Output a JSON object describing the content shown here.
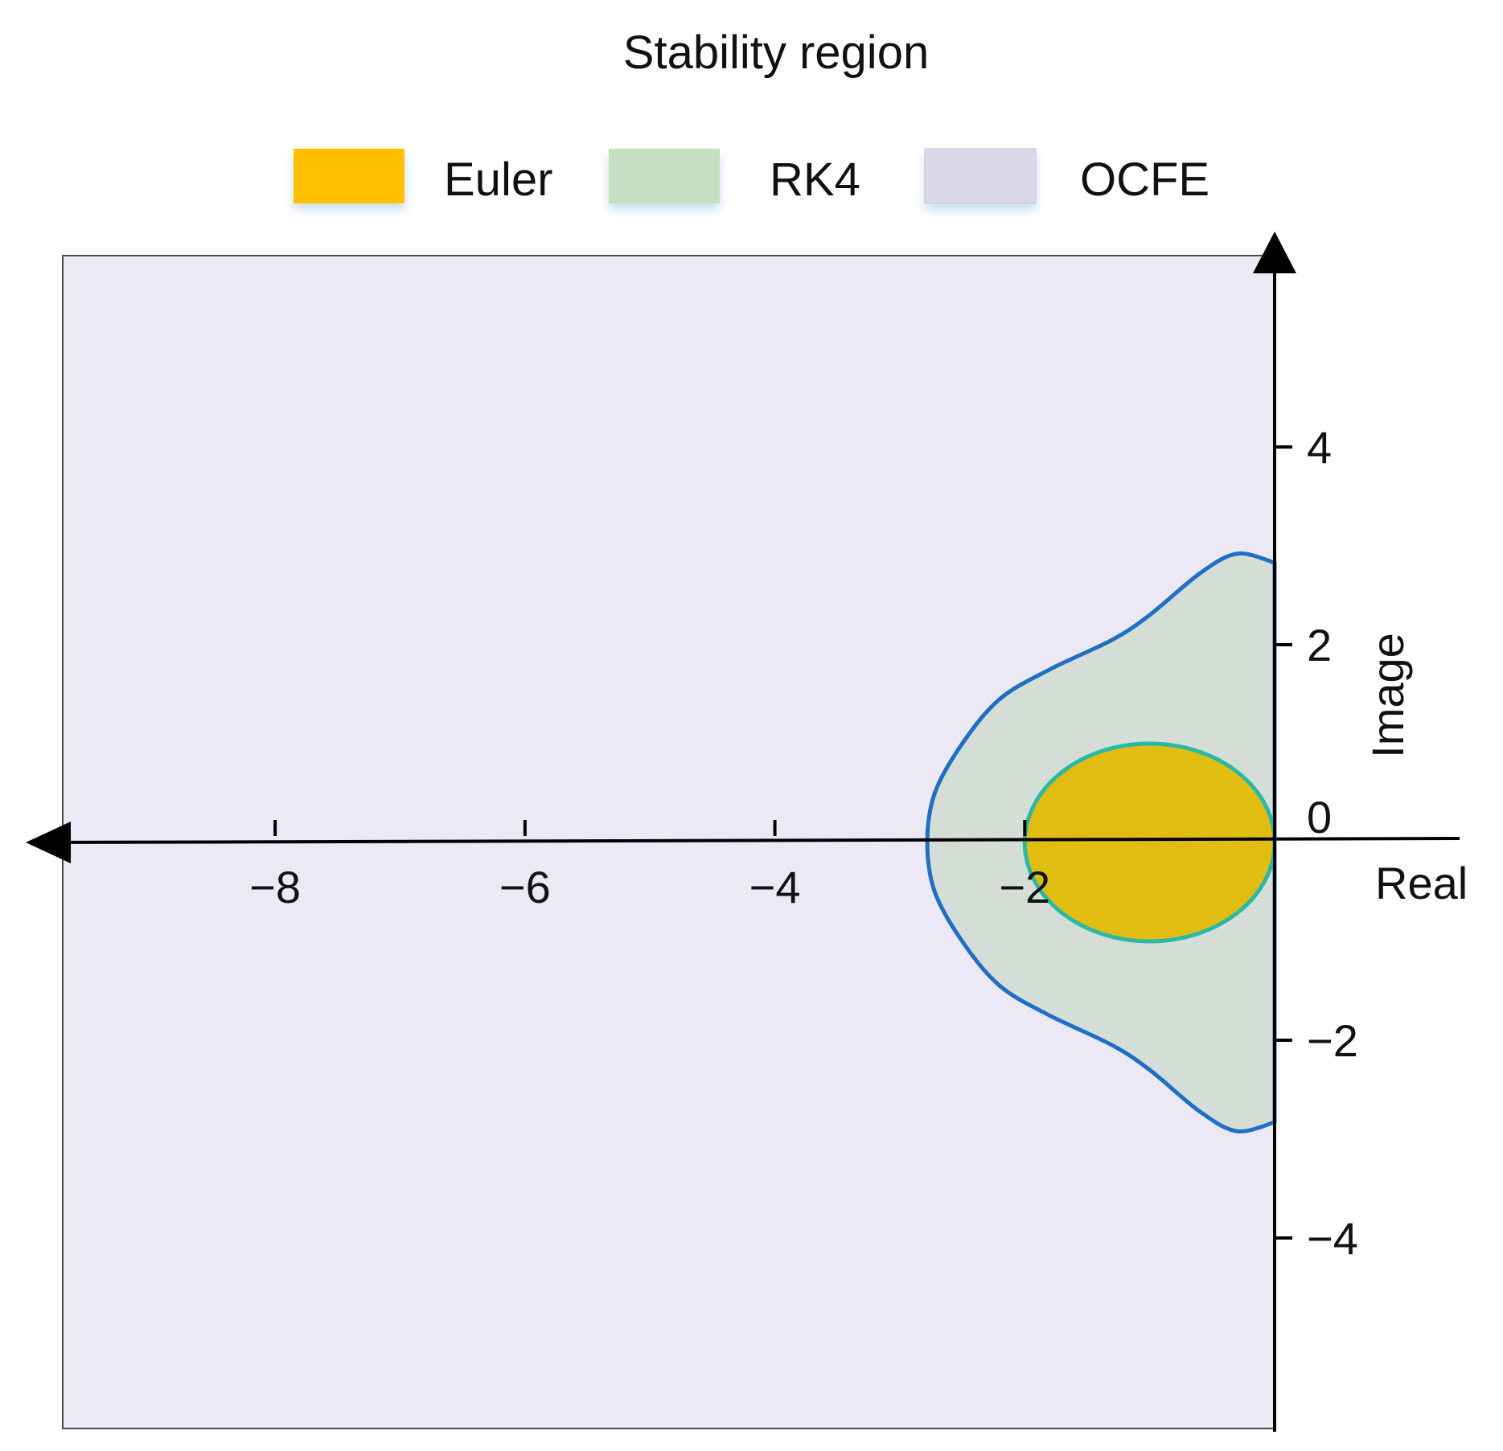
{
  "chart_data": {
    "type": "area",
    "title": "Stability region",
    "xlabel": "Real",
    "ylabel": "Image",
    "xlim": [
      -9.7,
      0
    ],
    "ylim": [
      -5.9,
      5.9
    ],
    "x_ticks": [
      -8,
      -6,
      -4,
      -2
    ],
    "x_tick_labels": [
      "−8",
      "−6",
      "−4",
      "−2"
    ],
    "y_ticks": [
      4,
      2,
      0,
      -2,
      -4
    ],
    "y_tick_labels": [
      "4",
      "2",
      "0",
      "−2",
      "−4"
    ],
    "grid": false,
    "legend_position": "top",
    "colors": {
      "Euler": "#ffc000",
      "RK4": "#c5dfc3",
      "OCFE": "#dcd8ea",
      "OCFE_region": "#ece8f6",
      "rk4_region": "#d4ded6",
      "euler_region": "#e0bd10",
      "rk4_outline": "#1f6fc4",
      "euler_outline": "#2ab8a6",
      "axis": "#000000"
    },
    "series": [
      {
        "name": "Euler",
        "shape": "ellipse",
        "center": [
          -1.0,
          0.0
        ],
        "radius": [
          1.0,
          1.0
        ]
      },
      {
        "name": "RK4",
        "boundary": [
          [
            0,
            2.83
          ],
          [
            -0.3,
            2.92
          ],
          [
            -0.6,
            2.72
          ],
          [
            -1.0,
            2.3
          ],
          [
            -1.3,
            2.05
          ],
          [
            -1.8,
            1.75
          ],
          [
            -2.2,
            1.45
          ],
          [
            -2.5,
            1.0
          ],
          [
            -2.72,
            0.5
          ],
          [
            -2.78,
            0.0
          ],
          [
            -2.72,
            -0.5
          ],
          [
            -2.5,
            -1.0
          ],
          [
            -2.2,
            -1.45
          ],
          [
            -1.8,
            -1.75
          ],
          [
            -1.3,
            -2.05
          ],
          [
            -1.0,
            -2.3
          ],
          [
            -0.6,
            -2.72
          ],
          [
            -0.3,
            -2.92
          ],
          [
            0,
            -2.83
          ]
        ]
      },
      {
        "name": "OCFE",
        "region": "left half-plane"
      }
    ]
  }
}
